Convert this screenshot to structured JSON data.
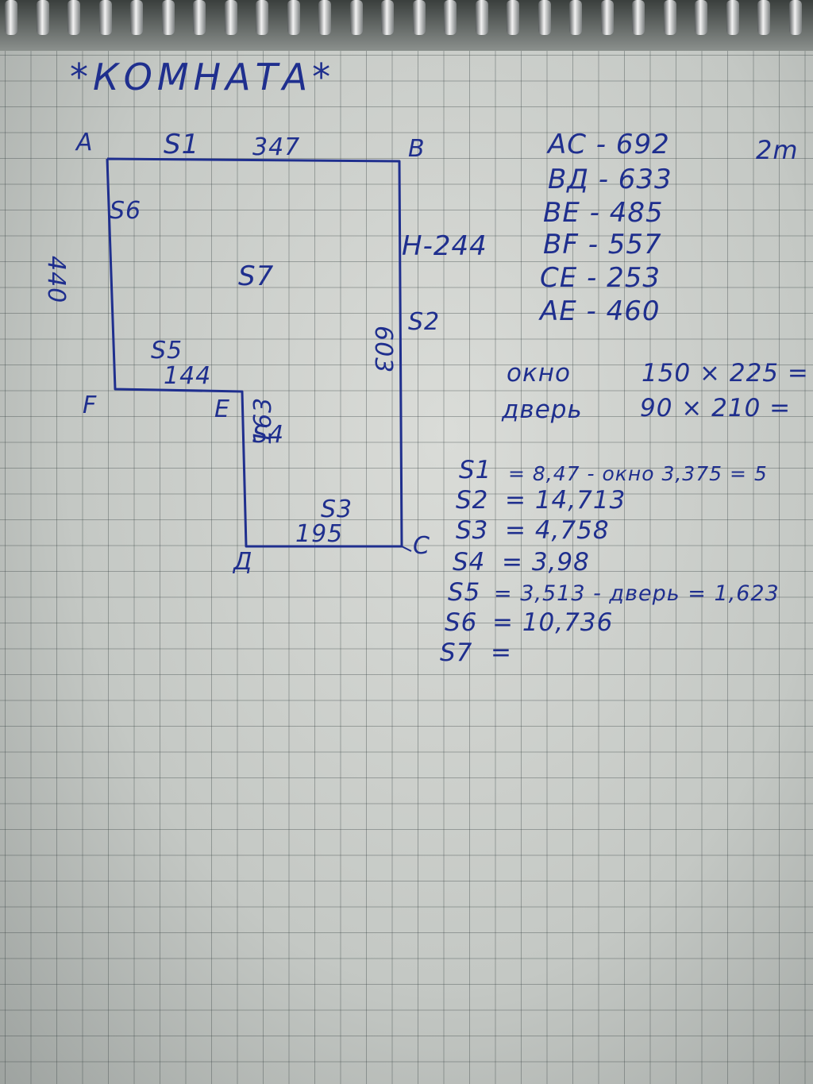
{
  "title": "*КОМНАТА*",
  "ink_color": "#1f2f8e",
  "corners": {
    "A": "A",
    "B": "B",
    "C": "C",
    "D": "Д",
    "E": "E",
    "F": "F"
  },
  "dimensions": {
    "top": "347",
    "left": "440",
    "step": "144",
    "inner": "163",
    "bottom": "195",
    "right": "603",
    "height": "H-244"
  },
  "surfaces": {
    "s1": "S1",
    "s2": "S2",
    "s3": "S3",
    "s4": "S4",
    "s5": "S5",
    "s6": "S6",
    "s7": "S7"
  },
  "measurements": [
    "AC - 692",
    "BД - 633",
    "BE - 485",
    "BF - 557",
    "CE - 253",
    "AE - 460"
  ],
  "measurement_note": "2m",
  "openings": [
    {
      "name": "окно",
      "size": "150 × 225 ="
    },
    {
      "name": "дверь",
      "size": "90 × 210 ="
    }
  ],
  "areas": [
    {
      "label": "S1",
      "text": "= 8,47 - окно 3,375 = 5"
    },
    {
      "label": "S2",
      "text": "= 14,713"
    },
    {
      "label": "S3",
      "text": "= 4,758"
    },
    {
      "label": "S4",
      "text": "= 3,98"
    },
    {
      "label": "S5",
      "text": "= 3,513 - дверь = 1,623"
    },
    {
      "label": "S6",
      "text": "= 10,736"
    },
    {
      "label": "S7",
      "text": "="
    }
  ]
}
